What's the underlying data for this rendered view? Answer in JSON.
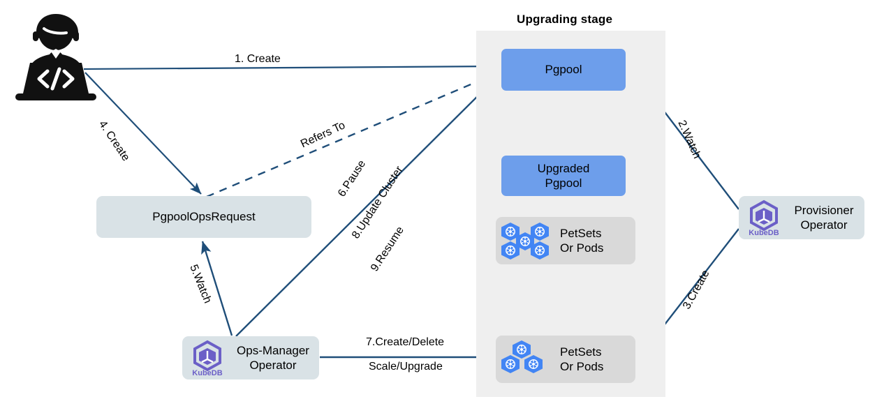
{
  "diagram": {
    "title": "Upgrading stage",
    "colors": {
      "node_blue": "#6d9eeb",
      "stage_bg": "#efefef",
      "petset_box": "#d9d9d9",
      "operator_box": "#d9e2e6",
      "arrow_blue": "#1f4e79",
      "arrow_grey": "#666666",
      "kubedb_purple": "#6b5fc7"
    },
    "actors": {
      "developer_icon": "developer-laptop-icon"
    },
    "nodes": {
      "pgpool": "Pgpool",
      "upgraded_pgpool": "Upgraded\nPgpool",
      "petsets_top_line1": "PetSets",
      "petsets_top_line2": "Or Pods",
      "petsets_bottom_line1": "PetSets",
      "petsets_bottom_line2": "Or Pods",
      "pgpool_ops_request": "PgpoolOpsRequest",
      "ops_manager_line1": "Ops-Manager",
      "ops_manager_line2": "Operator",
      "provisioner_line1": "Provisioner",
      "provisioner_line2": "Operator"
    },
    "edges": [
      {
        "id": "e1",
        "label": "1. Create",
        "from": "developer",
        "to": "pgpool",
        "style": "solid"
      },
      {
        "id": "e2",
        "label": "2.Watch",
        "from": "provisioner",
        "to": "pgpool",
        "style": "solid"
      },
      {
        "id": "e3",
        "label": "3.Create",
        "from": "provisioner",
        "to": "petsets-bottom",
        "style": "solid"
      },
      {
        "id": "e4",
        "label": "4. Create",
        "from": "developer",
        "to": "pgpoolopsrequest",
        "style": "solid"
      },
      {
        "id": "e5",
        "label": "5.Watch",
        "from": "ops-manager",
        "to": "pgpoolopsrequest",
        "style": "solid"
      },
      {
        "id": "e6",
        "label": "6.Pause",
        "from": "ops-manager",
        "to": "pgpool",
        "style": "solid"
      },
      {
        "id": "e7",
        "label": "8.Update Cluster",
        "from": "ops-manager",
        "to": "pgpool",
        "style": "solid"
      },
      {
        "id": "e8",
        "label": "9.Resume",
        "from": "ops-manager",
        "to": "pgpool",
        "style": "solid"
      },
      {
        "id": "e9",
        "label": "7.Create/Delete",
        "from": "ops-manager",
        "to": "petsets-bottom",
        "style": "solid"
      },
      {
        "id": "e10",
        "label": "Scale/Upgrade",
        "from": "ops-manager",
        "to": "petsets-bottom",
        "style": "solid"
      },
      {
        "id": "e11",
        "label": "Refers To",
        "from": "pgpoolopsrequest",
        "to": "pgpool",
        "style": "dashed"
      }
    ],
    "edge_labels": {
      "create_1": "1. Create",
      "watch_2": "2.Watch",
      "create_3": "3.Create",
      "create_4": "4. Create",
      "watch_5": "5.Watch",
      "pause_6": "6.Pause",
      "create_delete_7": "7.Create/Delete",
      "scale_upgrade_7": "Scale/Upgrade",
      "update_cluster_8": "8.Update Cluster",
      "resume_9": "9.Resume",
      "refers_to": "Refers To"
    },
    "logo_text": "KubeDB"
  }
}
